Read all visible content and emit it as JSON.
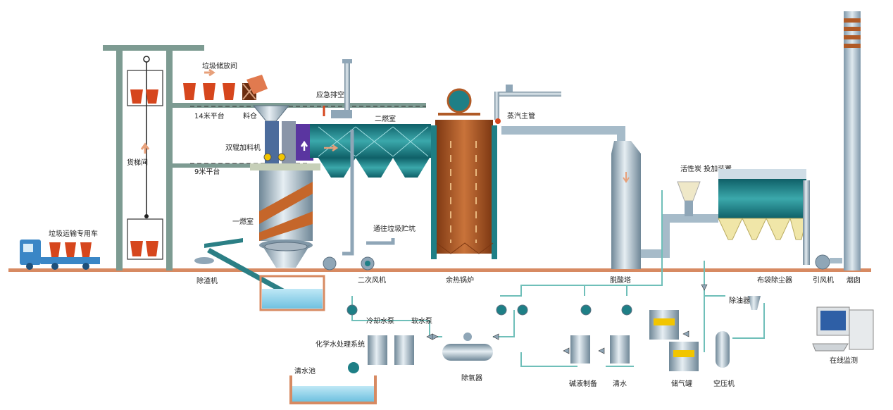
{
  "labels": {
    "truck": "垃圾运输专用车",
    "elevator": "货梯间",
    "storage_room": "垃圾储放间",
    "platform_14m": "14米平台",
    "platform_9m": "9米平台",
    "hopper": "料仓",
    "dual_feeder": "双辊加料机",
    "primary_chamber": "一燃室",
    "emergency_vent": "应急排空",
    "secondary_chamber": "二燃室",
    "main_steam": "蒸汽主管",
    "to_waste_pit": "通往垃圾贮坑",
    "slag_remover": "除渣机",
    "secondary_fan": "二次风机",
    "waste_heat_boiler": "余热锅炉",
    "deacid_tower": "脱酸塔",
    "activated_carbon": "活性炭\n投加装置",
    "bag_filter": "布袋除尘器",
    "induced_fan": "引风机",
    "chimney": "烟囱",
    "cooling_pump": "冷却水泵",
    "soft_water_pump": "软水泵",
    "chem_water": "化学水处理系统",
    "clear_pool": "清水池",
    "deaerator": "除氧器",
    "alkali_prep": "碱液制备",
    "clear_water": "清水",
    "oil_remover": "除油器",
    "gas_tank": "储气罐",
    "air_compressor": "空压机",
    "online_monitor": "在线监测"
  },
  "colors": {
    "steel": "#8fa6b7",
    "teal": "#1e7f86",
    "copper": "#b05a26",
    "water": "#8fd0ea",
    "bin": "#d6461d",
    "truck": "#3a86c6",
    "ground": "#d78a62",
    "frame": "#7d9b92",
    "arrow": "#e7a07a"
  },
  "icons": [
    "truck-icon",
    "waste-bin-icon",
    "pump-icon",
    "valve-icon",
    "computer-icon",
    "chimney-icon"
  ]
}
